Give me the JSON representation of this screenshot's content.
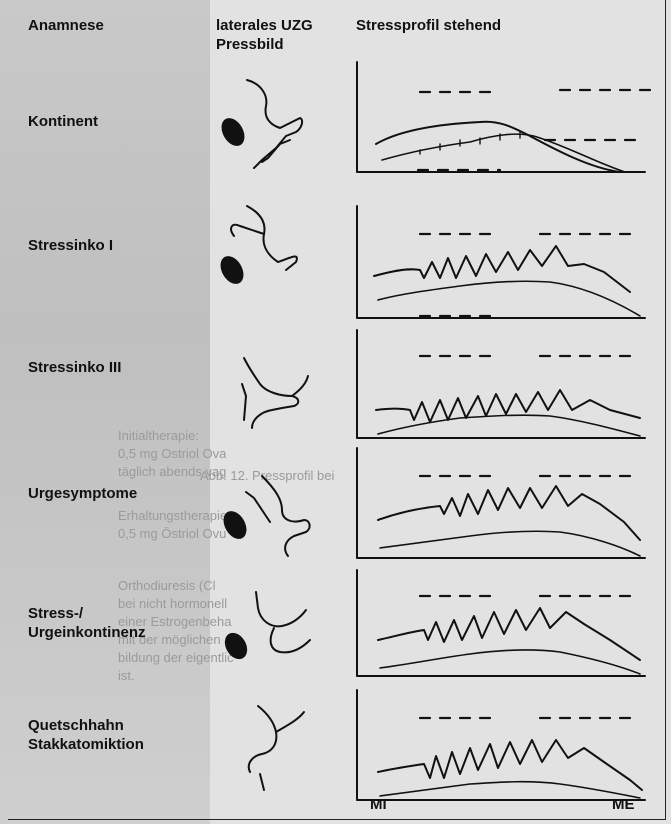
{
  "headers": {
    "anamnese": "Anamnese",
    "uzg_line1": "laterales UZG",
    "uzg_line2": "Pressbild",
    "stress": "Stressprofil stehend"
  },
  "rows": [
    {
      "label_lines": [
        "Kontinent"
      ]
    },
    {
      "label_lines": [
        "Stressinko I"
      ]
    },
    {
      "label_lines": [
        "Stressinko III"
      ]
    },
    {
      "label_lines": [
        "Urgesymptome"
      ]
    },
    {
      "label_lines": [
        "Stress-/",
        "Urgeinkontinenz"
      ]
    },
    {
      "label_lines": [
        "Quetschhahn",
        "Stakkatomiktion"
      ]
    }
  ],
  "axis": {
    "mi": "MI",
    "me": "ME"
  },
  "ghost_text": [
    "Abb. 12. Pressprofil bei",
    "Initialtherapie:",
    "0,5 mg Ostriol Ova",
    "täglich abends vag",
    "Erhaltungstherapie",
    "0,5 mg Östriol Ovu",
    "Orthodiuresis (Cl",
    "bei nicht hormonell",
    "einer Estrogenbeha",
    "mit der möglichen",
    "bildung der eigentlic",
    "ist."
  ]
}
